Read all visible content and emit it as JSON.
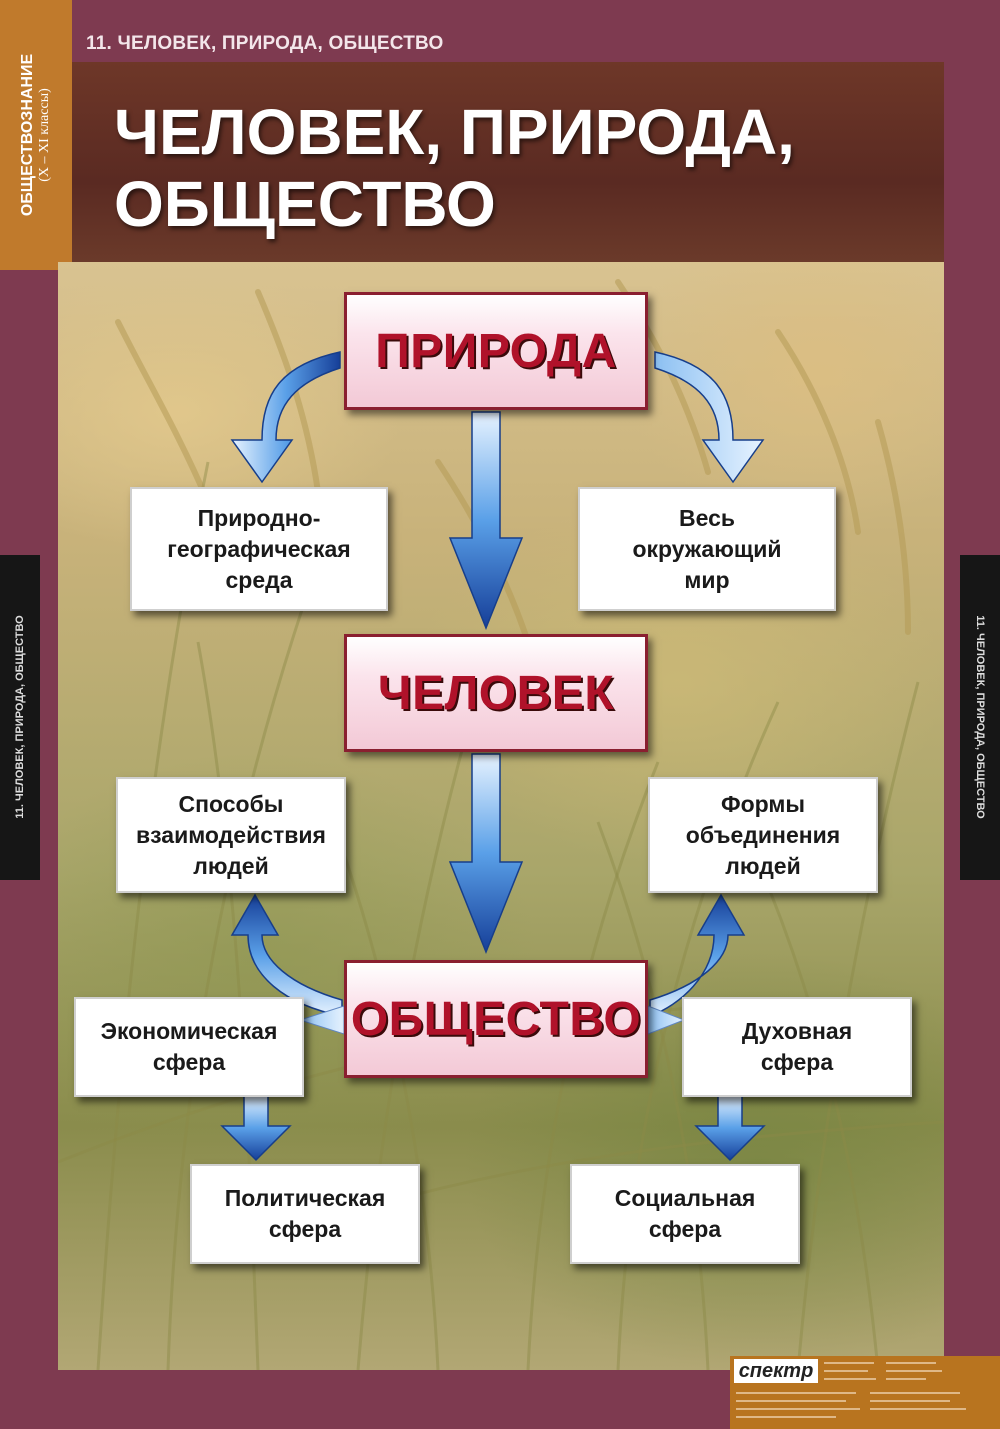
{
  "poster": {
    "top_caption": "11. ЧЕЛОВЕК, ПРИРОДА, ОБЩЕСТВО",
    "side_tab_subject": "ОБЩЕСТВОЗНАНИЕ",
    "side_tab_grades": "(X – XI классы)",
    "margin_label": "11. ЧЕЛОВЕК, ПРИРОДА, ОБЩЕСТВО",
    "title": "ЧЕЛОВЕК, ПРИРОДА, ОБЩЕСТВО",
    "publisher_logo": "спектр",
    "colors": {
      "frame": "#7e3a50",
      "header": "#5f2e25",
      "side_tab": "#c07a2c",
      "main_box_text": "#b0122a",
      "arrow": "#1e57b5"
    }
  },
  "diagram": {
    "nodes": {
      "nature": "ПРИРОДА",
      "human": "ЧЕЛОВЕК",
      "society": "ОБЩЕСТВО",
      "geo_environment": "Природно-\nгеографическая\nсреда",
      "whole_world": "Весь\nокружающий\nмир",
      "interaction_ways": "Способы\nвзаимодействия\nлюдей",
      "association_forms": "Формы\nобъединения\nлюдей",
      "economic": "Экономическая\nсфера",
      "spiritual": "Духовная\nсфера",
      "political": "Политическая\nсфера",
      "social": "Социальная\nсфера"
    },
    "edges": [
      [
        "nature",
        "geo_environment"
      ],
      [
        "nature",
        "whole_world"
      ],
      [
        "nature",
        "human"
      ],
      [
        "human",
        "society"
      ],
      [
        "society",
        "interaction_ways"
      ],
      [
        "society",
        "association_forms"
      ],
      [
        "society",
        "economic"
      ],
      [
        "society",
        "spiritual"
      ],
      [
        "economic",
        "political"
      ],
      [
        "spiritual",
        "social"
      ]
    ]
  }
}
